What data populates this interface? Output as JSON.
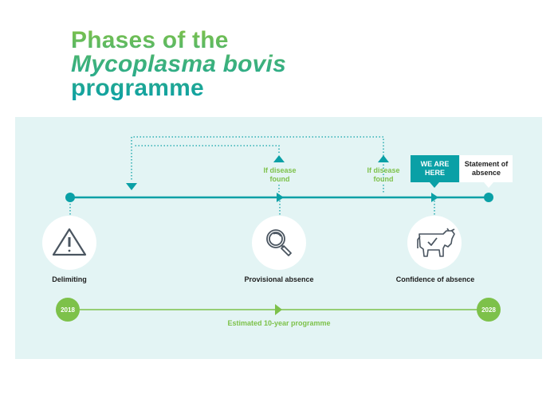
{
  "title": {
    "line1": "Phases of the",
    "line2": "Mycoplasma bovis",
    "line3": "programme"
  },
  "colors": {
    "teal": "#0aa0a6",
    "green": "#7dc14a",
    "panel_bg": "#e3f4f4",
    "icon_stroke": "#4a5560"
  },
  "timeline": {
    "phases": [
      {
        "label": "Delimiting",
        "icon": "warning-triangle-icon"
      },
      {
        "label": "Provisional absence",
        "icon": "magnifying-glass-icon"
      },
      {
        "label": "Confidence of absence",
        "icon": "cow-check-icon"
      }
    ],
    "feedback_labels": [
      "If disease\nfound",
      "If disease\nfound"
    ],
    "we_are_here": "WE ARE HERE",
    "statement": "Statement of absence"
  },
  "programme": {
    "start_year": "2018",
    "end_year": "2028",
    "caption": "Estimated 10-year programme"
  }
}
